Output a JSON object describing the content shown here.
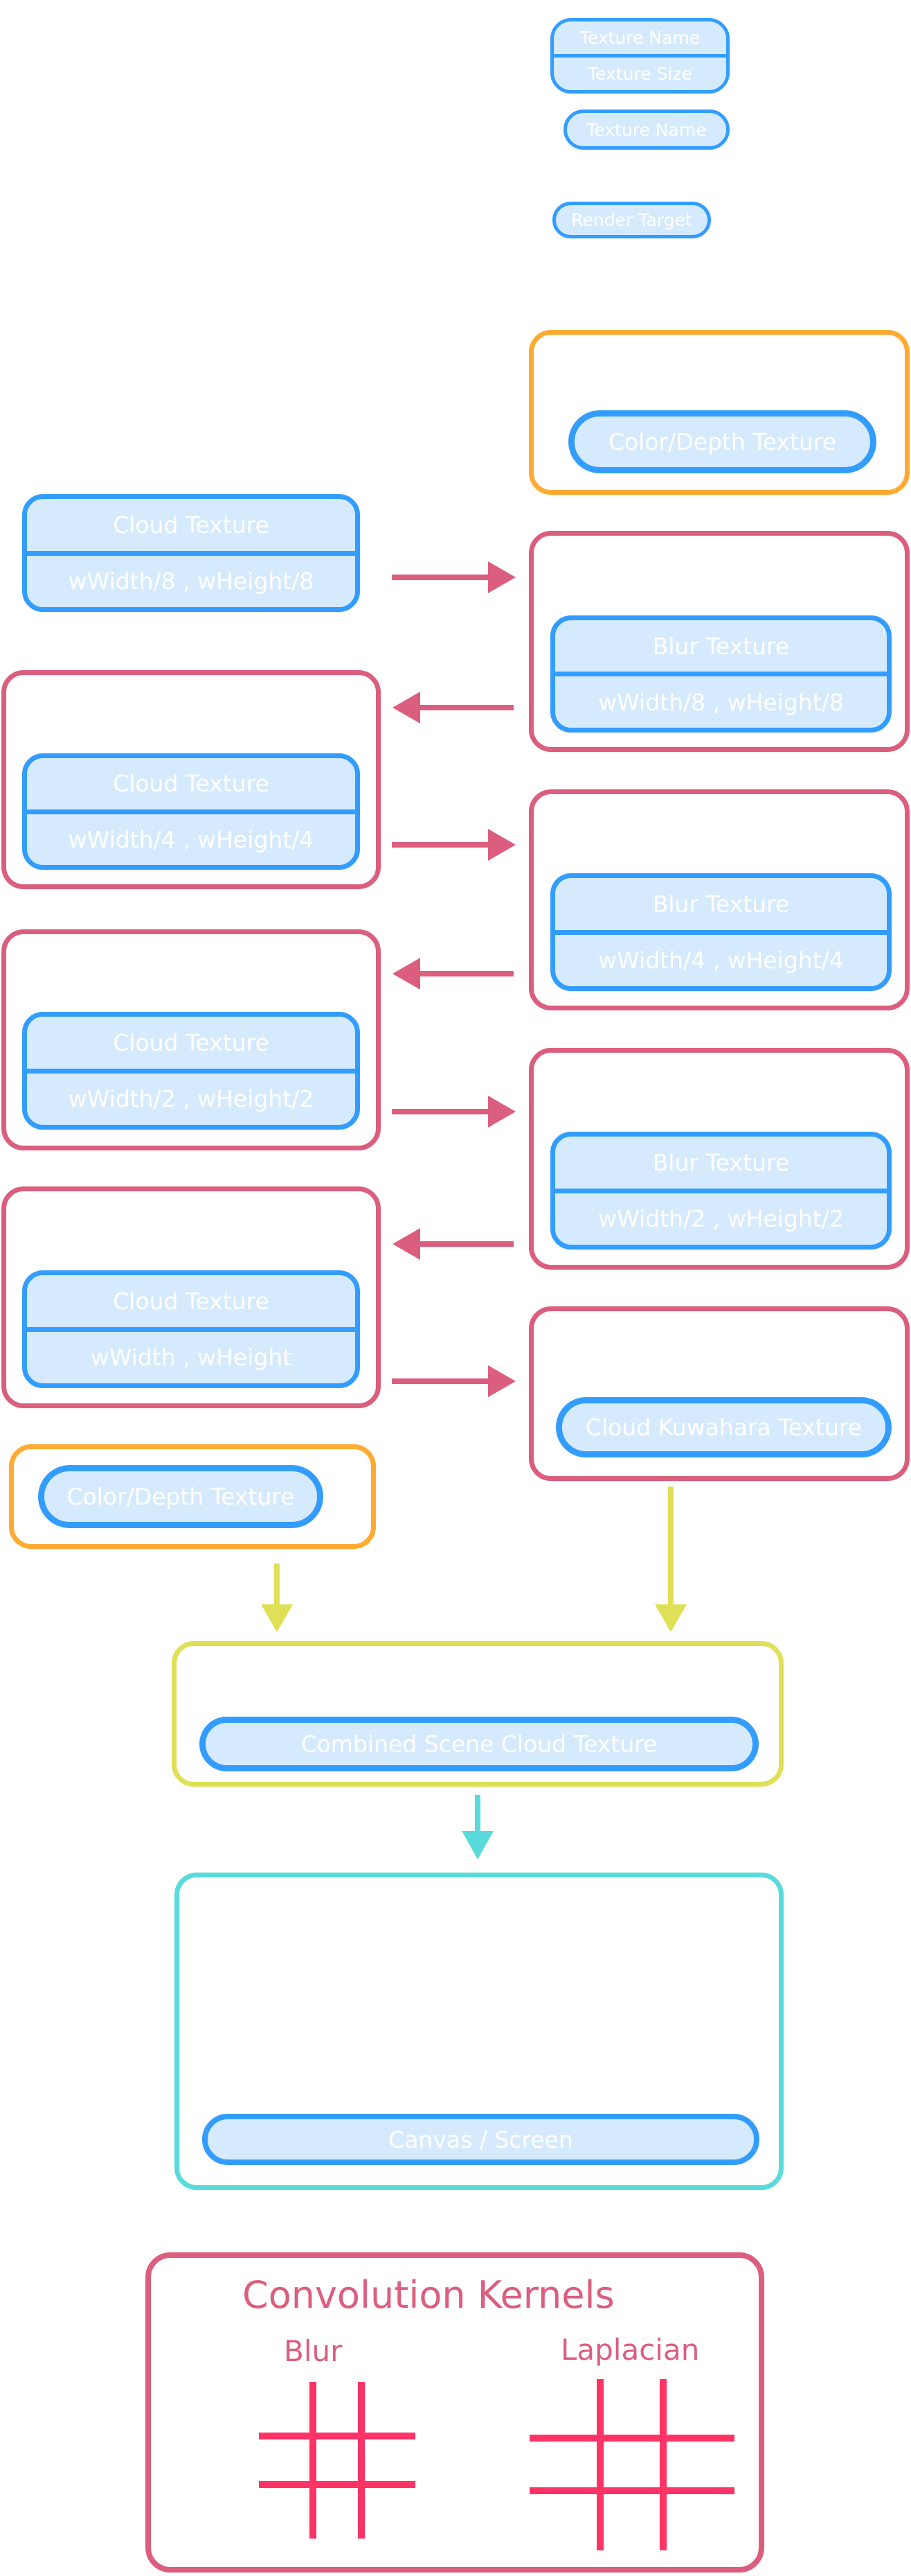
{
  "legend": {
    "texture_with_size": {
      "name": "Texture Name",
      "size": "Texture Size"
    },
    "texture_name_only": "Texture Name",
    "render_target": "Render Target"
  },
  "colors": {
    "texture_border": "#339DFF",
    "texture_fill": "#D6EAFD",
    "blur_pass": "#DC5E7E",
    "scene_input": "#FFAB33",
    "combine_pass": "#DFE055",
    "output": "#59DBDB",
    "kernel_lines": "#FF3366"
  },
  "scene_color_depth_top": {
    "label": "Color/Depth Texture"
  },
  "cloud_textures": [
    {
      "name": "Cloud Texture",
      "size": "wWidth/8 , wHeight/8"
    },
    {
      "name": "Cloud Texture",
      "size": "wWidth/4 , wHeight/4"
    },
    {
      "name": "Cloud Texture",
      "size": "wWidth/2 , wHeight/2"
    },
    {
      "name": "Cloud Texture",
      "size": "wWidth , wHeight"
    }
  ],
  "blur_textures": [
    {
      "name": "Blur Texture",
      "size": "wWidth/8 , wHeight/8"
    },
    {
      "name": "Blur Texture",
      "size": "wWidth/4 , wHeight/4"
    },
    {
      "name": "Blur Texture",
      "size": "wWidth/2 , wHeight/2"
    }
  ],
  "kuwahara": {
    "label": "Cloud Kuwahara Texture"
  },
  "scene_color_depth_bottom": {
    "label": "Color/Depth Texture"
  },
  "combined": {
    "label": "Combined Scene Cloud Texture"
  },
  "canvas": {
    "label": "Canvas / Screen"
  },
  "kernels": {
    "title": "Convolution Kernels",
    "items": [
      {
        "label": "Blur"
      },
      {
        "label": "Laplacian"
      }
    ]
  }
}
